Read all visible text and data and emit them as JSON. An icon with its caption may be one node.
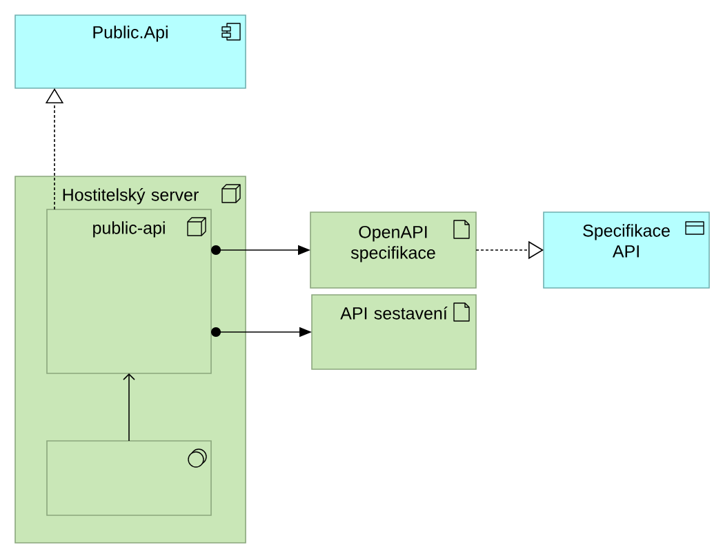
{
  "diagram": {
    "nodes": [
      {
        "text": [
          "Public.Api"
        ]
      },
      {
        "text": [
          "Hostitelský server"
        ]
      },
      {
        "text": [
          "public-api"
        ],
        "in": 1
      },
      {
        "text": [],
        "shape": "box",
        "in": 1
      },
      {
        "text": [
          "OpenAPI specifikace"
        ]
      },
      {
        "text": [
          "API sestavení"
        ]
      },
      {
        "text": [
          "Specifikace API"
        ]
      }
    ],
    "edges": [
      {
        "from": 2,
        "to": 0,
        "arrow": "to",
        "style": "dashed"
      },
      {
        "from": 3,
        "to": 2,
        "arrow": "to"
      },
      {
        "from": 2,
        "to": 4,
        "arrow": "to"
      },
      {
        "from": 2,
        "to": 5,
        "arrow": "to"
      },
      {
        "from": 4,
        "to": 6,
        "arrow": "to",
        "style": "dashed"
      }
    ]
  }
}
